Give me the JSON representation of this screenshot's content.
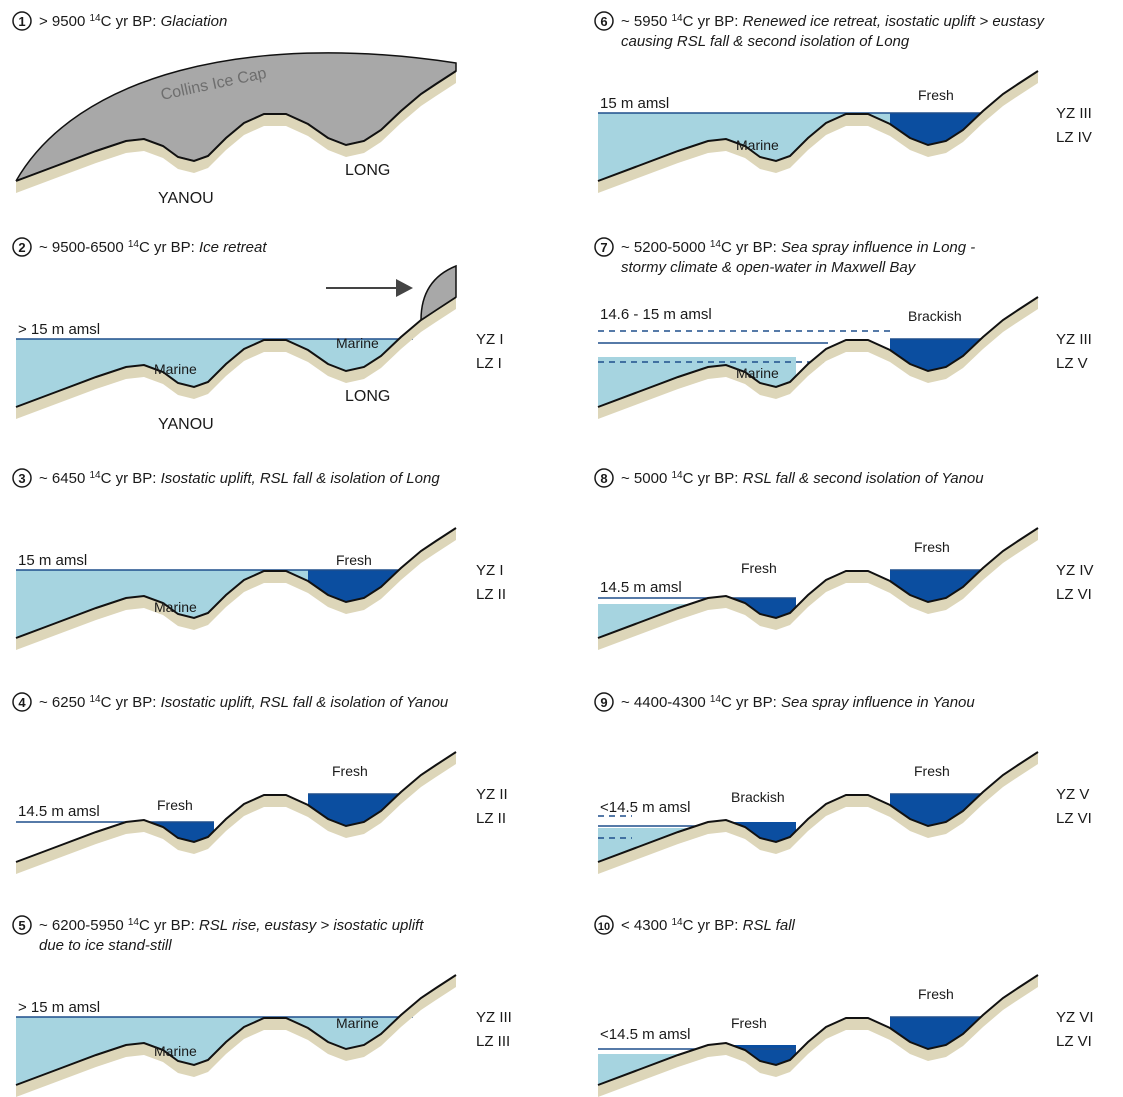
{
  "stages": [
    {
      "number": "1",
      "date_prefix": "> 9500 ",
      "sup": "14",
      "date_unit": "C yr BP: ",
      "caption_lines": [
        "Glaciation"
      ],
      "water_label": "",
      "zones": [],
      "site_labels": [
        "YANOU",
        "LONG"
      ],
      "lake_labels": [],
      "ice_label": "Collins Ice Cap"
    },
    {
      "number": "2",
      "date_prefix": "~ 9500-6500 ",
      "sup": "14",
      "date_unit": "C yr BP: ",
      "caption_lines": [
        "Ice retreat"
      ],
      "water_label": "> 15 m amsl",
      "zones": [
        "YZ I",
        "LZ I"
      ],
      "site_labels": [
        "YANOU",
        "LONG"
      ],
      "lake_labels": [
        "Marine",
        "Marine"
      ]
    },
    {
      "number": "3",
      "date_prefix": "~ 6450 ",
      "sup": "14",
      "date_unit": "C yr BP: ",
      "caption_lines": [
        "Isostatic uplift, RSL fall & isolation of Long"
      ],
      "water_label": "15 m amsl",
      "zones": [
        "YZ I",
        "LZ II"
      ],
      "lake_labels": [
        "Marine",
        "Fresh"
      ]
    },
    {
      "number": "4",
      "date_prefix": "~ 6250 ",
      "sup": "14",
      "date_unit": "C yr BP: ",
      "caption_lines": [
        "Isostatic uplift, RSL fall & isolation of Yanou"
      ],
      "water_label": "14.5 m amsl",
      "zones": [
        "YZ II",
        "LZ II"
      ],
      "lake_labels": [
        "Fresh",
        "Fresh"
      ]
    },
    {
      "number": "5",
      "date_prefix": "~ 6200-5950 ",
      "sup": "14",
      "date_unit": "C yr BP: ",
      "caption_lines": [
        "RSL rise, eustasy > isostatic uplift",
        "due to ice stand-still"
      ],
      "water_label": "> 15 m amsl",
      "zones": [
        "YZ III",
        "LZ III"
      ],
      "lake_labels": [
        "Marine",
        "Marine"
      ]
    },
    {
      "number": "6",
      "date_prefix": "~ 5950 ",
      "sup": "14",
      "date_unit": "C yr BP: ",
      "caption_lines": [
        "Renewed ice retreat, isostatic uplift > eustasy",
        "causing RSL fall & second isolation of Long"
      ],
      "water_label": "15 m amsl",
      "zones": [
        "YZ III",
        "LZ IV"
      ],
      "lake_labels": [
        "Marine",
        "Fresh"
      ]
    },
    {
      "number": "7",
      "date_prefix": "~ 5200-5000 ",
      "sup": "14",
      "date_unit": "C yr BP: ",
      "caption_lines": [
        "Sea spray influence in Long -",
        "stormy climate & open-water in Maxwell Bay"
      ],
      "water_label": "14.6 - 15 m amsl",
      "zones": [
        "YZ III",
        "LZ V"
      ],
      "lake_labels": [
        "Marine",
        "Brackish"
      ]
    },
    {
      "number": "8",
      "date_prefix": "~ 5000 ",
      "sup": "14",
      "date_unit": "C yr BP: ",
      "caption_lines": [
        "RSL fall & second isolation of Yanou"
      ],
      "water_label": "14.5 m amsl",
      "zones": [
        "YZ IV",
        "LZ VI"
      ],
      "lake_labels": [
        "Fresh",
        "Fresh"
      ]
    },
    {
      "number": "9",
      "date_prefix": "~ 4400-4300 ",
      "sup": "14",
      "date_unit": "C yr BP: ",
      "caption_lines": [
        "Sea spray influence in Yanou"
      ],
      "water_label": "<14.5 m amsl",
      "zones": [
        "YZ V",
        "LZ VI"
      ],
      "lake_labels": [
        "Brackish",
        "Fresh"
      ]
    },
    {
      "number": "10",
      "date_prefix": "< 4300 ",
      "sup": "14",
      "date_unit": "C yr BP: ",
      "caption_lines": [
        "RSL fall"
      ],
      "water_label": "<14.5 m amsl",
      "zones": [
        "YZ VI",
        "LZ VI"
      ],
      "lake_labels": [
        "Fresh",
        "Fresh"
      ]
    }
  ],
  "colors": {
    "sediment": "#ddd6b9",
    "marine_water": "#a6d4e0",
    "fresh_water": "#0b4ea0",
    "ice": "#a8a8a8",
    "ground_line": "#111111",
    "water_line": "#1f4e8c",
    "text": "#1a1a1a",
    "arrow": "#444444"
  }
}
